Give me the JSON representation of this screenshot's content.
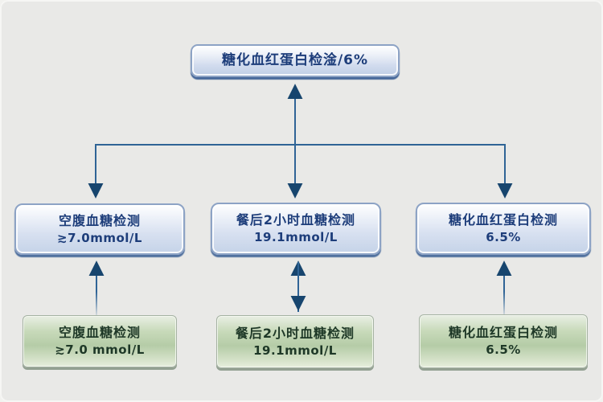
{
  "diagram": {
    "top_node": {
      "label": "糖化血红蛋白检淦/6%"
    },
    "middle_nodes": [
      {
        "title": "空腹血糖检测",
        "value": "≳7.0mmol/L"
      },
      {
        "title": "餐后2小时血糖检测",
        "value": "19.1mmol/L"
      },
      {
        "title": "糖化血红蛋白检测",
        "value": "6.5%"
      }
    ],
    "bottom_nodes": [
      {
        "title": "空腹血糖检测",
        "value": "≳7.0 mmol/L"
      },
      {
        "title": "餐后2小时血糖检测",
        "value": "19.1mmol/L"
      },
      {
        "title": "糖化血红蛋白检测",
        "value": "6.5%"
      }
    ],
    "colors": {
      "background": "#e9e9e7",
      "blue_node_fill": "#c5d3e8",
      "blue_node_border": "#8da3c5",
      "blue_node_text": "#1d3d7a",
      "green_node_fill": "#b5cca7",
      "green_node_border": "#a5b2a2",
      "green_node_text": "#1e3827",
      "arrow_line": "#2f6496",
      "arrow_head": "#17456e"
    }
  }
}
